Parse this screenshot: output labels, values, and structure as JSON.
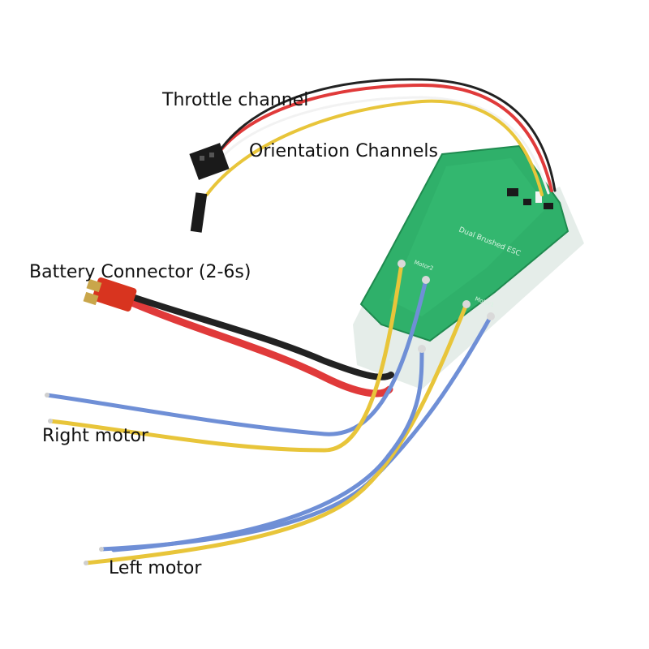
{
  "labels": {
    "throttle": "Throttle channel",
    "orientation": "Orientation Channels",
    "battery": "Battery Connector (2-6s)",
    "right_motor": "Right motor",
    "left_motor": "Left motor"
  },
  "board": {
    "silkscreen": "Dual Brushed ESC",
    "pad_motor_1": "Motor1",
    "pad_motor_2": "Motor2"
  },
  "colors": {
    "pcb": "#2fb06a",
    "pcb_dark": "#1f8a4f",
    "wire_red": "#e03a3a",
    "wire_black": "#222222",
    "wire_yellow": "#e8c53a",
    "wire_blue": "#6f8fd6",
    "wire_white": "#f2f2f2",
    "connector_red": "#d8341f"
  }
}
